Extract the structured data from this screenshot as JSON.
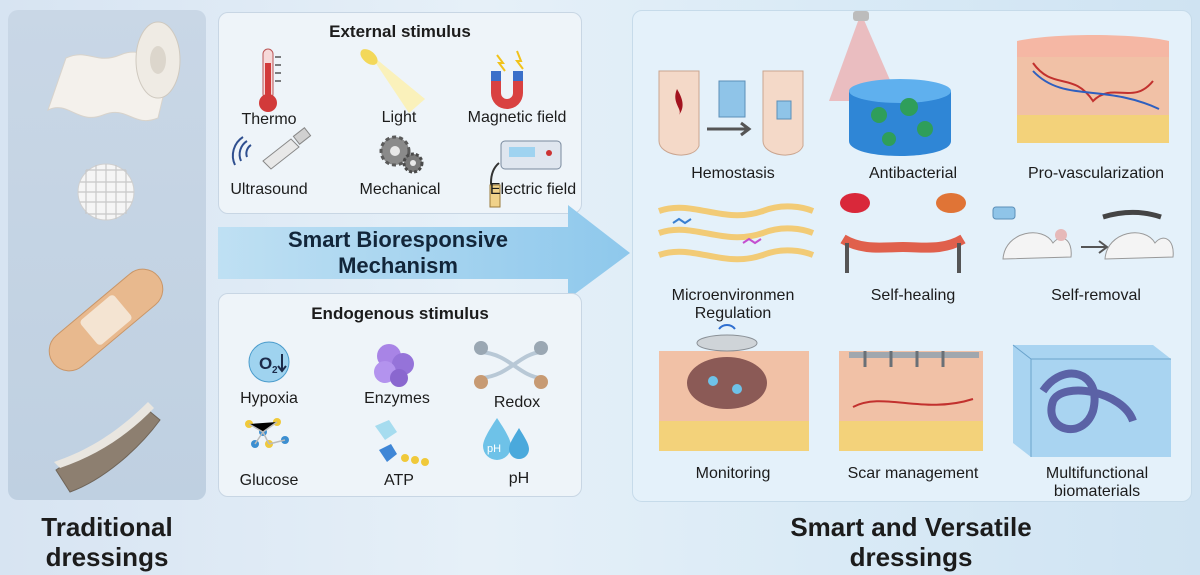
{
  "left": {
    "title": "Traditional dressings"
  },
  "external": {
    "title": "External stimulus",
    "items": [
      "Thermo",
      "Light",
      "Magnetic field",
      "Ultrasound",
      "Mechanical",
      "Electric field"
    ]
  },
  "mechanism": {
    "line1": "Smart Bioresponsive",
    "line2": "Mechanism"
  },
  "endogenous": {
    "title": "Endogenous stimulus",
    "items": [
      "Hypoxia",
      "Enzymes",
      "Redox",
      "Glucose",
      "ATP",
      "pH"
    ],
    "icon_text": {
      "o2": "O",
      "o2_sub": "2",
      "ph": "pH"
    }
  },
  "right": {
    "title_line1": "Smart and Versatile",
    "title_line2": "dressings",
    "items": [
      "Hemostasis",
      "Antibacterial",
      "Pro-vascularization",
      "Microenvironmen Regulation",
      "Self-healing",
      "Self-removal",
      "Monitoring",
      "Scar management",
      "Multifunctional biomaterials"
    ]
  },
  "colors": {
    "arrow": "#a9d4ee",
    "panel": "#eef4f9",
    "right_panel": "#e4f1fa"
  },
  "icons": [
    "bandage-roll-icon",
    "gauze-ball-icon",
    "adhesive-bandage-icon",
    "wound-patch-icon",
    "thermometer-icon",
    "light-icon",
    "magnet-icon",
    "ultrasound-probe-icon",
    "gears-icon",
    "electric-device-icon",
    "oxygen-icon",
    "enzyme-icon",
    "redox-icon",
    "glucose-icon",
    "atp-icon",
    "ph-drop-icon"
  ]
}
